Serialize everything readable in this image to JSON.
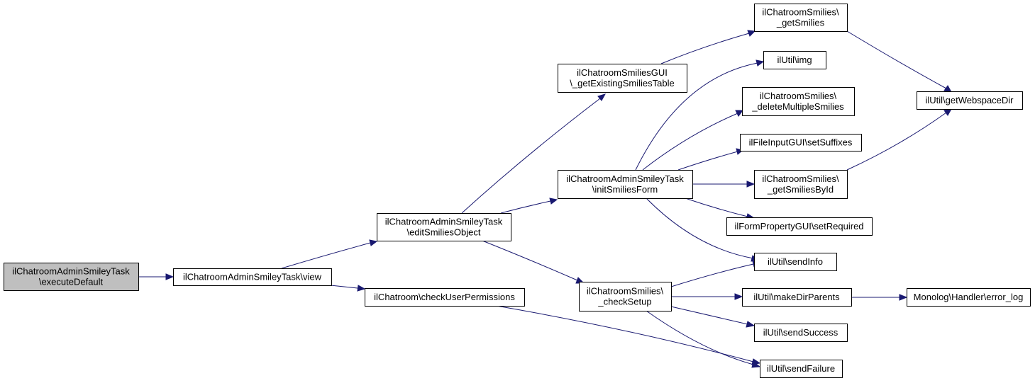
{
  "graph": {
    "colors": {
      "node_fill": "#ffffff",
      "root_fill": "#bfbfbf",
      "border": "#000000",
      "edge": "#191970"
    },
    "nodes": [
      {
        "id": "n1",
        "lines": [
          "ilChatroomAdminSmileyTask",
          "\\executeDefault"
        ],
        "root": true
      },
      {
        "id": "n2",
        "lines": [
          "ilChatroomAdminSmileyTask\\view"
        ]
      },
      {
        "id": "n3",
        "lines": [
          "ilChatroomAdminSmileyTask",
          "\\editSmiliesObject"
        ]
      },
      {
        "id": "n4",
        "lines": [
          "ilChatroom\\checkUserPermissions"
        ]
      },
      {
        "id": "n5",
        "lines": [
          "ilChatroomSmiliesGUI",
          "\\_getExistingSmiliesTable"
        ]
      },
      {
        "id": "n6",
        "lines": [
          "ilChatroomAdminSmileyTask",
          "\\initSmiliesForm"
        ]
      },
      {
        "id": "n7",
        "lines": [
          "ilChatroomSmilies\\",
          "_checkSetup"
        ]
      },
      {
        "id": "n8",
        "lines": [
          "ilChatroomSmilies\\",
          "_getSmilies"
        ]
      },
      {
        "id": "n9",
        "lines": [
          "ilUtil\\img"
        ]
      },
      {
        "id": "n10",
        "lines": [
          "ilChatroomSmilies\\",
          "_deleteMultipleSmilies"
        ]
      },
      {
        "id": "n11",
        "lines": [
          "ilFileInputGUI\\setSuffixes"
        ]
      },
      {
        "id": "n12",
        "lines": [
          "ilChatroomSmilies\\",
          "_getSmiliesById"
        ]
      },
      {
        "id": "n13",
        "lines": [
          "ilFormPropertyGUI\\setRequired"
        ]
      },
      {
        "id": "n14",
        "lines": [
          "ilUtil\\sendInfo"
        ]
      },
      {
        "id": "n15",
        "lines": [
          "ilUtil\\makeDirParents"
        ]
      },
      {
        "id": "n16",
        "lines": [
          "ilUtil\\sendSuccess"
        ]
      },
      {
        "id": "n17",
        "lines": [
          "ilUtil\\sendFailure"
        ]
      },
      {
        "id": "n18",
        "lines": [
          "ilUtil\\getWebspaceDir"
        ]
      },
      {
        "id": "n19",
        "lines": [
          "Monolog\\Handler\\error_log"
        ]
      }
    ],
    "edges": [
      [
        "n1",
        "n2"
      ],
      [
        "n2",
        "n3"
      ],
      [
        "n2",
        "n4"
      ],
      [
        "n3",
        "n5"
      ],
      [
        "n3",
        "n6"
      ],
      [
        "n3",
        "n7"
      ],
      [
        "n4",
        "n17"
      ],
      [
        "n5",
        "n8"
      ],
      [
        "n6",
        "n9"
      ],
      [
        "n6",
        "n10"
      ],
      [
        "n6",
        "n11"
      ],
      [
        "n6",
        "n12"
      ],
      [
        "n6",
        "n13"
      ],
      [
        "n6",
        "n14"
      ],
      [
        "n7",
        "n14"
      ],
      [
        "n7",
        "n15"
      ],
      [
        "n7",
        "n16"
      ],
      [
        "n7",
        "n17"
      ],
      [
        "n8",
        "n18"
      ],
      [
        "n12",
        "n18"
      ],
      [
        "n15",
        "n19"
      ]
    ]
  }
}
